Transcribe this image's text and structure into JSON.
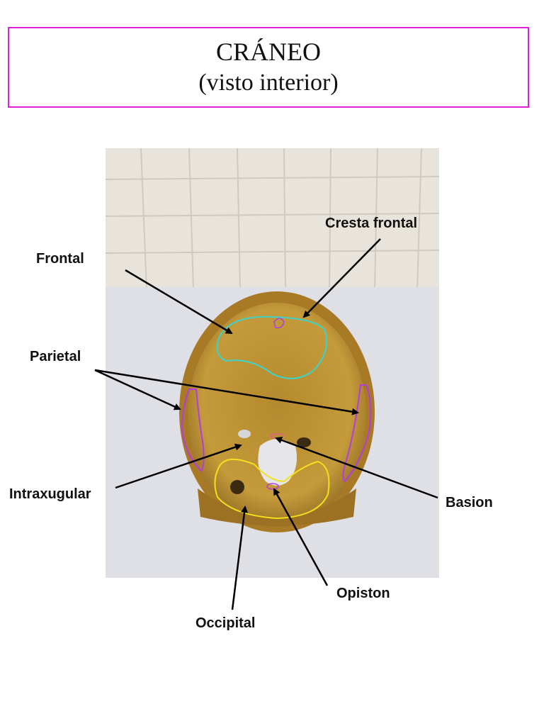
{
  "title": {
    "line1": "CRÁNEO",
    "line2": "(visto interior)"
  },
  "labels": {
    "cresta_frontal": "Cresta frontal",
    "frontal": "Frontal",
    "parietal": "Parietal",
    "intraxugular": "Intraxugular",
    "basion": "Basion",
    "opiston": "Opiston",
    "occipital": "Occipital"
  },
  "colors": {
    "title_border": "#e020d8",
    "frontal_outline": "#3ed3c8",
    "parietal_outline": "#b33de0",
    "occipital_outline": "#f2e11a",
    "bone": "#c49a3a"
  }
}
